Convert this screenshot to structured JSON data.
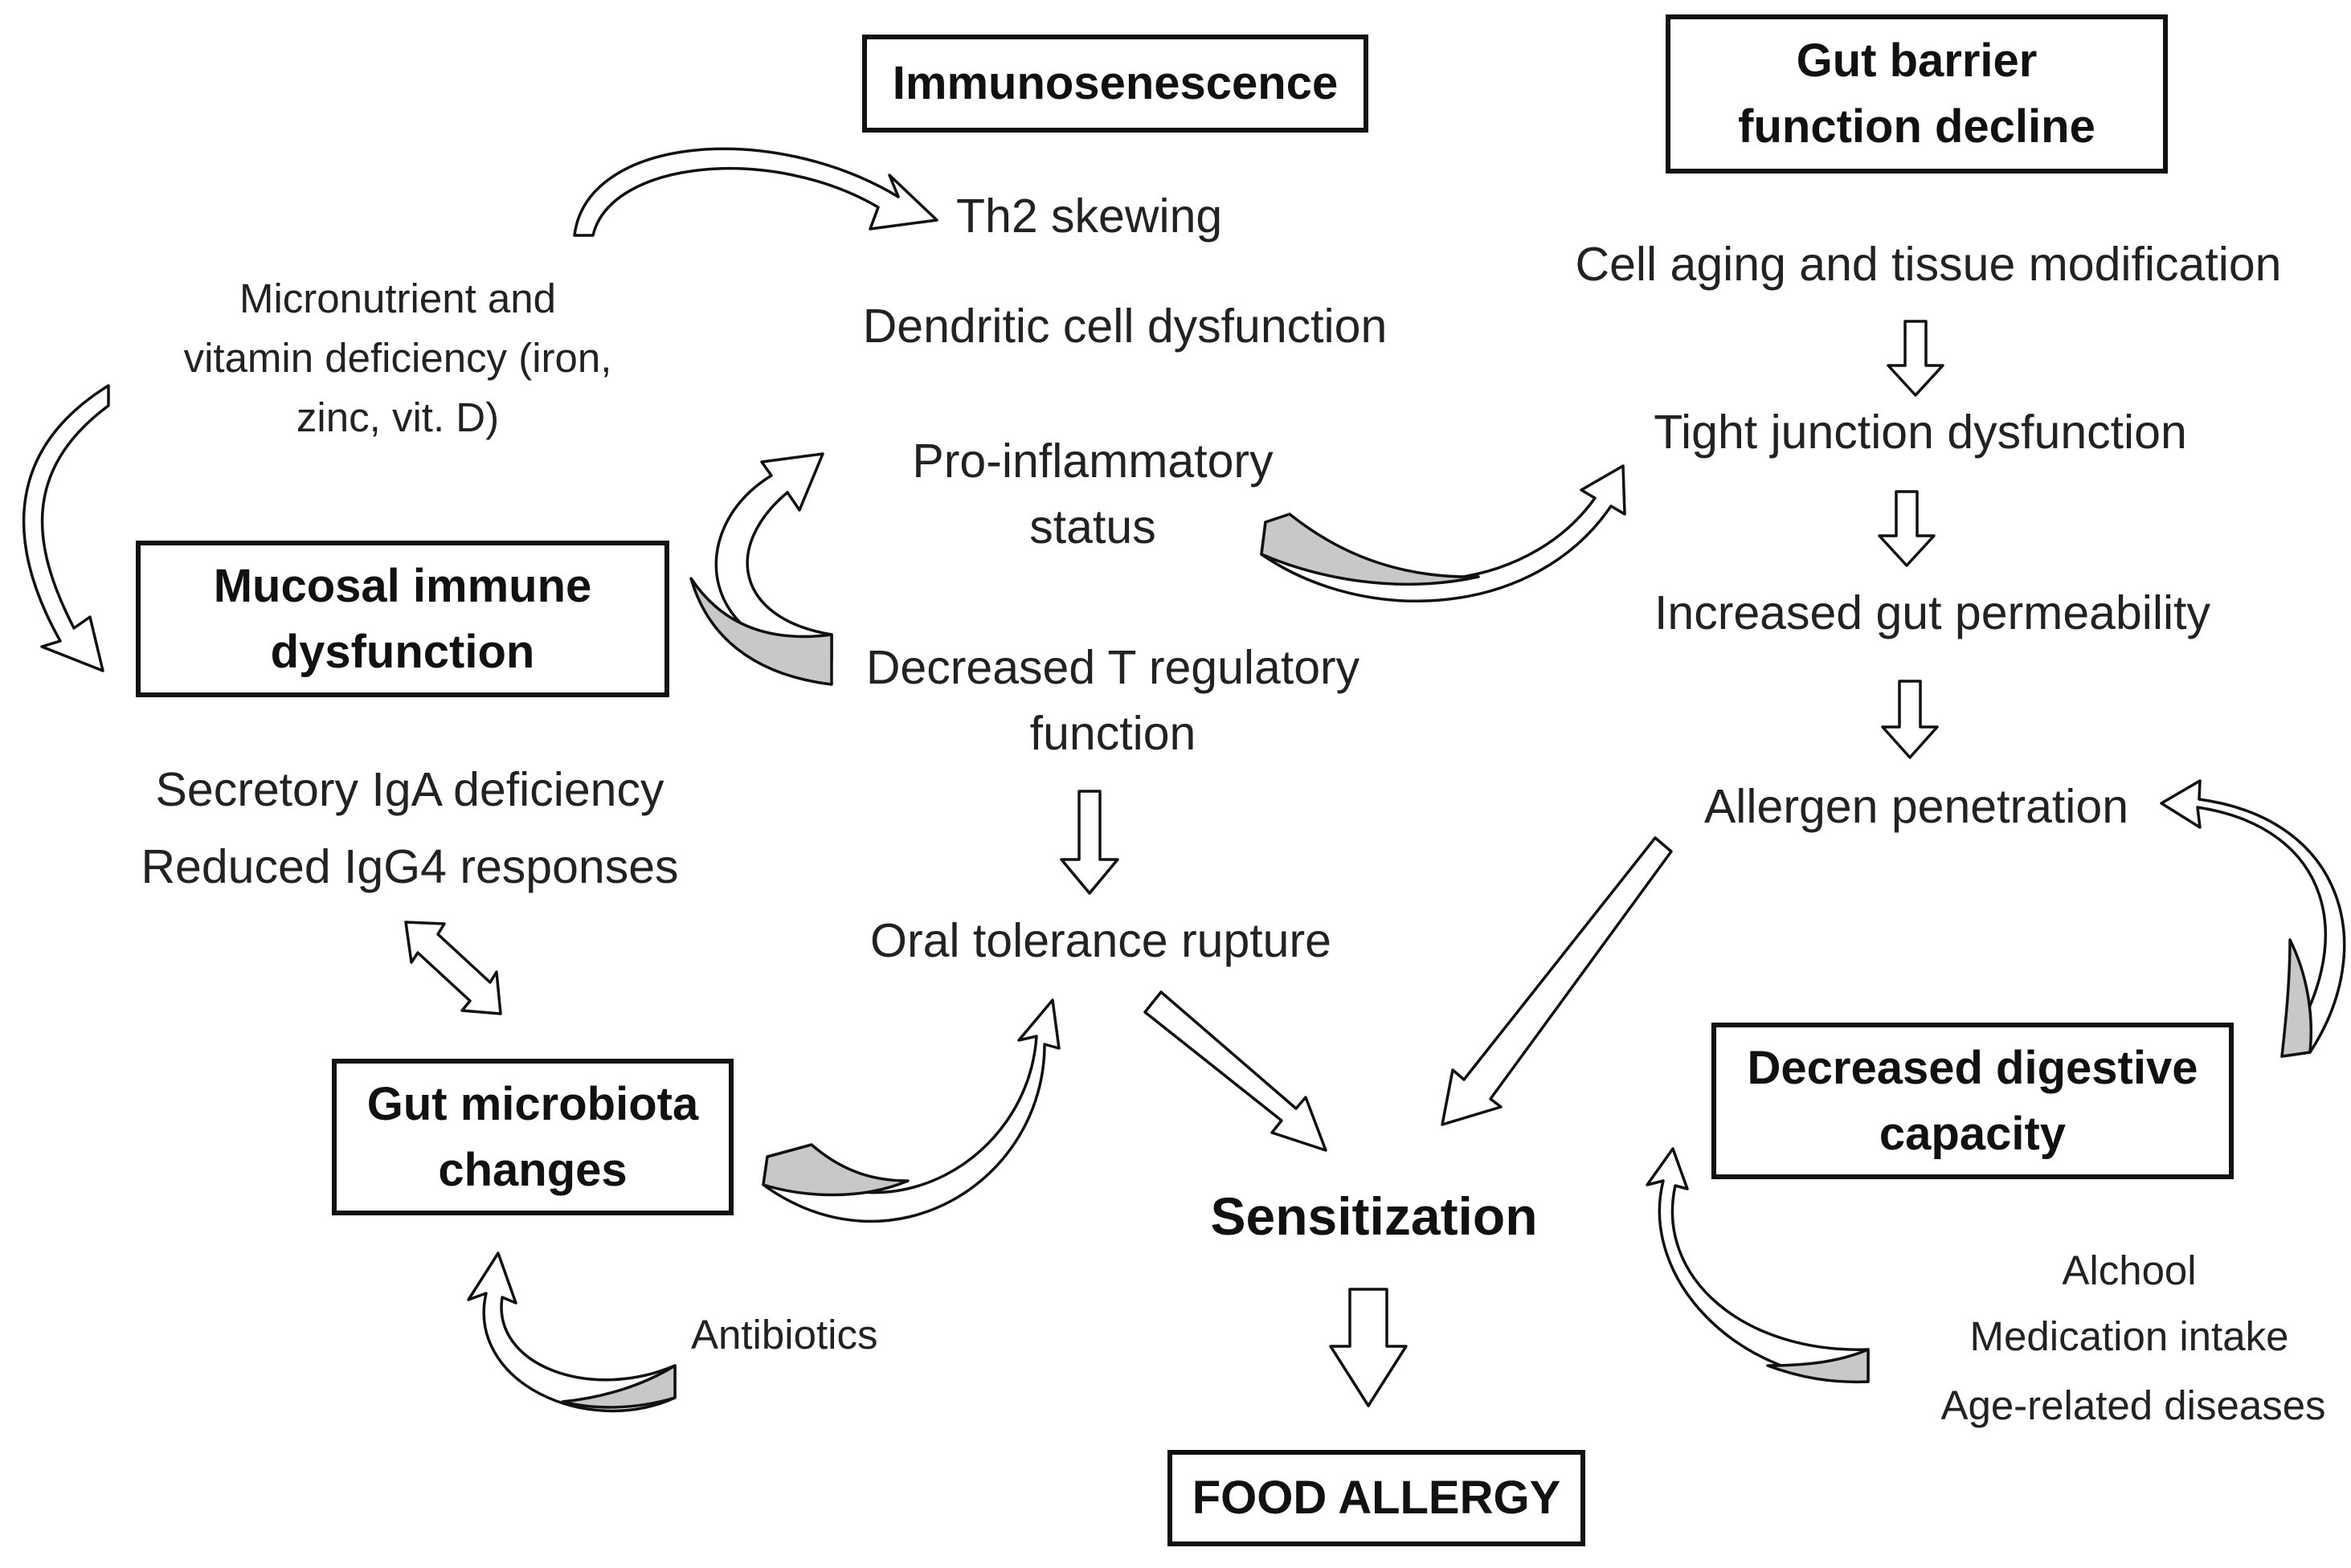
{
  "boxes": {
    "immunosenescence": "Immunosenescence",
    "gut_barrier": [
      "Gut barrier",
      "function decline"
    ],
    "mucosal": [
      "Mucosal immune",
      "dysfunction"
    ],
    "microbiota": [
      "Gut microbiota",
      "changes"
    ],
    "digestive": [
      "Decreased digestive",
      "capacity"
    ],
    "food_allergy": "FOOD ALLERGY"
  },
  "labels": {
    "th2": "Th2 skewing",
    "micronutrient": [
      "Micronutrient and",
      "vitamin deficiency (iron,",
      "zinc, vit. D)"
    ],
    "dendritic": "Dendritic cell dysfunction",
    "pro_inflammatory": [
      "Pro-inflammatory",
      "status"
    ],
    "treg": [
      "Decreased T regulatory",
      "function"
    ],
    "oral_tolerance": "Oral tolerance rupture",
    "secretory_iga": "Secretory IgA deficiency",
    "igg4": "Reduced IgG4 responses",
    "antibiotics": "Antibiotics",
    "sensitization": "Sensitization",
    "cell_aging": "Cell aging and tissue modification",
    "tight_junction": "Tight junction dysfunction",
    "permeability": "Increased gut permeability",
    "allergen": "Allergen penetration",
    "alcohol": "Alchool",
    "medication": "Medication intake",
    "age_diseases": "Age-related diseases"
  },
  "colors": {
    "stroke": "#111111",
    "arrow_fill": "#ffffff",
    "tail_fill": "#c8c8c8"
  }
}
